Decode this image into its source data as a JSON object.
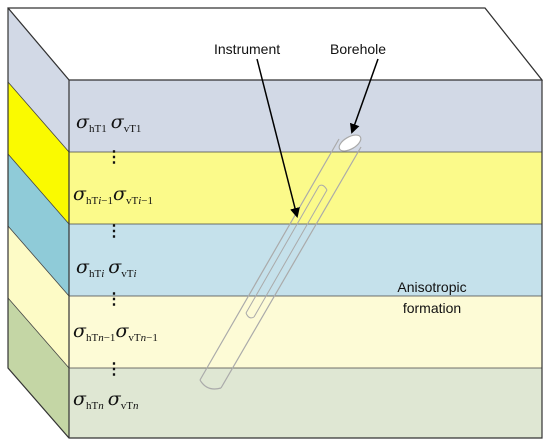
{
  "callouts": {
    "instrument": "Instrument",
    "borehole": "Borehole",
    "formation_line1": "Anisotropic",
    "formation_line2": "formation"
  },
  "layers": [
    {
      "id": "layer-1",
      "sh": "σ",
      "sh_sub": "hT1",
      "sv": "σ",
      "sv_sub": "vT1",
      "front_color": "#d2d9e6",
      "side_color": "#d2d9e6"
    },
    {
      "id": "layer-i-1",
      "sh": "σ",
      "sh_sub": "hT",
      "sh_subi": "i",
      "sh_sub_tail": "−1",
      "sv": "σ",
      "sv_sub": "vT",
      "sv_subi": "i",
      "sv_sub_tail": "−1",
      "front_color": "#fbfa8a",
      "side_color": "#fafa00"
    },
    {
      "id": "layer-i",
      "sh": "σ",
      "sh_sub": "hT",
      "sh_subi": "i",
      "sv": "σ",
      "sv_sub": "vT",
      "sv_subi": "i",
      "front_color": "#c5e1eb",
      "side_color": "#8fcbd8"
    },
    {
      "id": "layer-n-1",
      "sh": "σ",
      "sh_sub": "hT",
      "sh_subi": "n",
      "sh_sub_tail": "−1",
      "sv": "σ",
      "sv_sub": "vT",
      "sv_subi": "n",
      "sv_sub_tail": "−1",
      "front_color": "#fdfbd6",
      "side_color": "#fdfbc6"
    },
    {
      "id": "layer-n",
      "sh": "σ",
      "sh_sub": "hT",
      "sh_subi": "n",
      "sv": "σ",
      "sv_sub": "vT",
      "sv_subi": "n",
      "front_color": "#dfe7d3",
      "side_color": "#c4d6a5"
    }
  ],
  "ellipsis": [
    "⋮",
    "⋮",
    "⋮",
    "⋮"
  ],
  "colors": {
    "top_face": "#ffffff",
    "outline": "#333333",
    "borehole": "#aaaaaa",
    "arrow": "#000000"
  }
}
